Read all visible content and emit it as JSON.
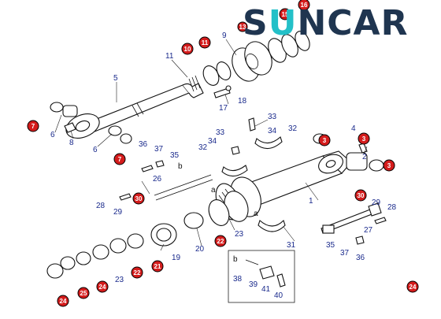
{
  "logo": {
    "text_before": "S",
    "text_u": "U",
    "text_after": "NCAR"
  },
  "colors": {
    "marker_fill": "#d41c1c",
    "label_color": "#1a2a8c",
    "logo_dark": "#1f3550",
    "logo_accent": "#23c0c8"
  },
  "callouts": {
    "n1": "1",
    "n2": "2",
    "n3a": "3",
    "n3b": "3",
    "n3c": "3",
    "n4": "4",
    "n5": "5",
    "n6a": "6",
    "n6b": "6",
    "n7a": "7",
    "n7b": "7",
    "n8": "8",
    "n9": "9",
    "n10": "10",
    "n11": "11",
    "n12": "11",
    "n15": "15",
    "n16": "16",
    "n13": "13",
    "n17": "17",
    "n18": "18",
    "n19": "19",
    "n20": "20",
    "n21": "21",
    "n22a": "22",
    "n22b": "22",
    "n23a": "23",
    "n23b": "23",
    "n24a": "24",
    "n24b": "24",
    "n24c": "24",
    "n25": "25",
    "n26": "26",
    "n27": "27",
    "n28a": "28",
    "n28b": "28",
    "n29a": "29",
    "n29b": "29",
    "n30a": "30",
    "n30b": "30",
    "n31": "31",
    "n32a": "32",
    "n32b": "32",
    "n33a": "33",
    "n33b": "33",
    "n34a": "34",
    "n34b": "34",
    "n35a": "35",
    "n35b": "35",
    "n36a": "36",
    "n36b": "36",
    "n37a": "37",
    "n37b": "37",
    "n38": "38",
    "n39": "39",
    "n40": "40",
    "n41": "41"
  },
  "detail_labels": {
    "a1": "a",
    "a2": "a",
    "b1": "b",
    "b2": "b"
  }
}
